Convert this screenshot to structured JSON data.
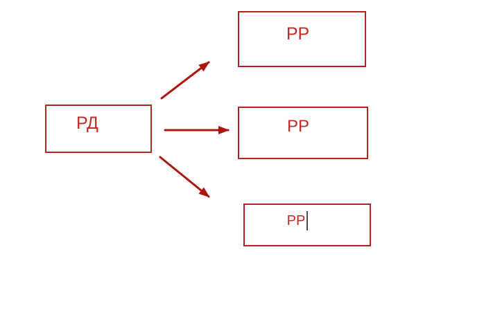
{
  "app": {
    "background": "#ffffff"
  },
  "colors": {
    "box_border": "#b2231d",
    "box_text": "#bd2d26",
    "arrow": "#a9170f",
    "caret": "#4d4d4d"
  },
  "nodes": [
    {
      "id": "source",
      "label": "РД",
      "editing": false
    },
    {
      "id": "target-1",
      "label": "РР",
      "editing": false
    },
    {
      "id": "target-2",
      "label": "РР",
      "editing": false
    },
    {
      "id": "target-3",
      "label": "РР",
      "editing": true
    }
  ],
  "connectors": [
    {
      "from": "source",
      "to": "target-1",
      "direction": "up-right"
    },
    {
      "from": "source",
      "to": "target-2",
      "direction": "right"
    },
    {
      "from": "source",
      "to": "target-3",
      "direction": "down-right"
    }
  ]
}
